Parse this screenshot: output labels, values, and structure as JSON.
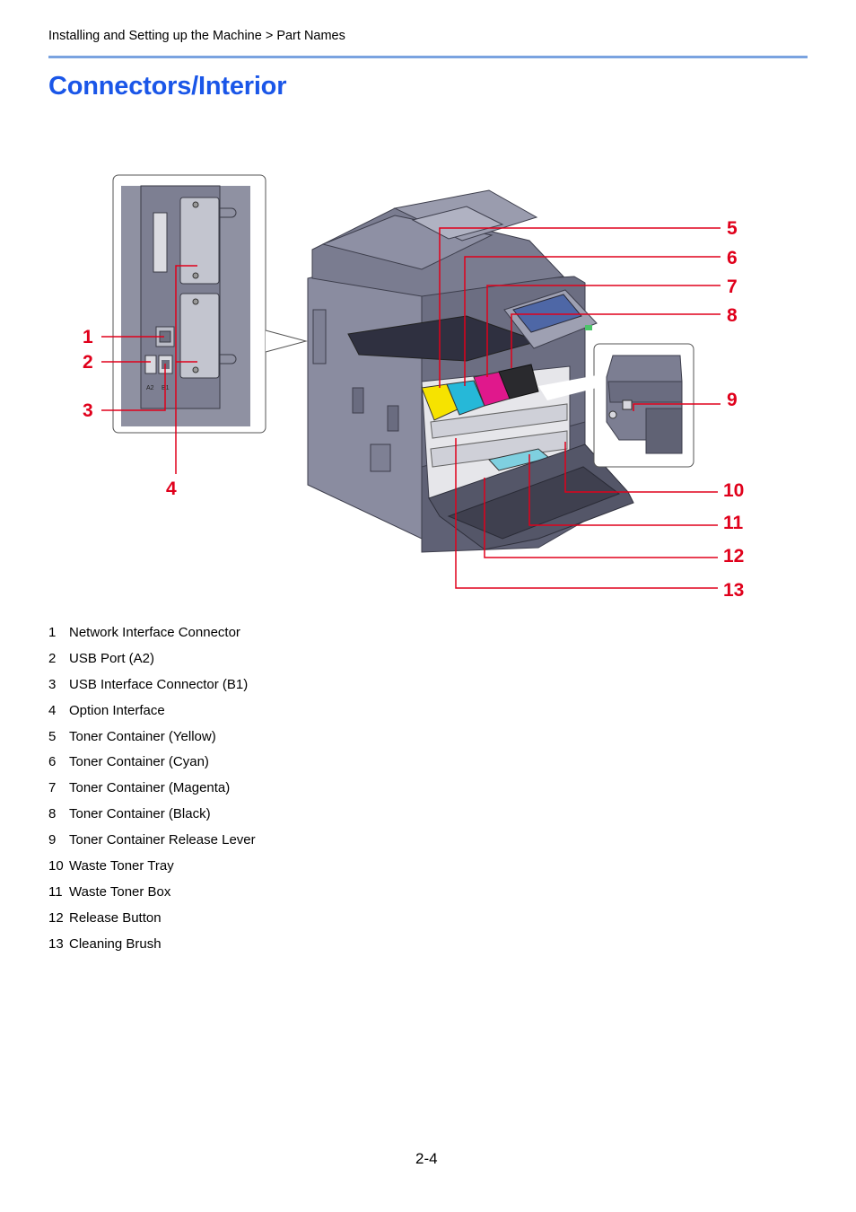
{
  "header": {
    "breadcrumb": "Installing and Setting up the Machine > Part Names"
  },
  "page": {
    "title": "Connectors/Interior",
    "page_number": "2-4"
  },
  "figure": {
    "callout_color": "#e0001b",
    "callouts": [
      "1",
      "2",
      "3",
      "4",
      "5",
      "6",
      "7",
      "8",
      "9",
      "10",
      "11",
      "12",
      "13"
    ],
    "port_labels": {
      "a2": "A2",
      "b1": "B1"
    }
  },
  "legend": [
    {
      "num": "1",
      "label": "Network Interface Connector"
    },
    {
      "num": "2",
      "label": "USB Port (A2)"
    },
    {
      "num": "3",
      "label": "USB Interface Connector (B1)"
    },
    {
      "num": "4",
      "label": "Option Interface"
    },
    {
      "num": "5",
      "label": "Toner Container (Yellow)"
    },
    {
      "num": "6",
      "label": "Toner Container (Cyan)"
    },
    {
      "num": "7",
      "label": "Toner Container (Magenta)"
    },
    {
      "num": "8",
      "label": "Toner Container (Black)"
    },
    {
      "num": "9",
      "label": "Toner Container Release Lever"
    },
    {
      "num": "10",
      "label": "Waste Toner Tray"
    },
    {
      "num": "11",
      "label": "Waste Toner Box"
    },
    {
      "num": "12",
      "label": "Release Button"
    },
    {
      "num": "13",
      "label": "Cleaning Brush"
    }
  ]
}
